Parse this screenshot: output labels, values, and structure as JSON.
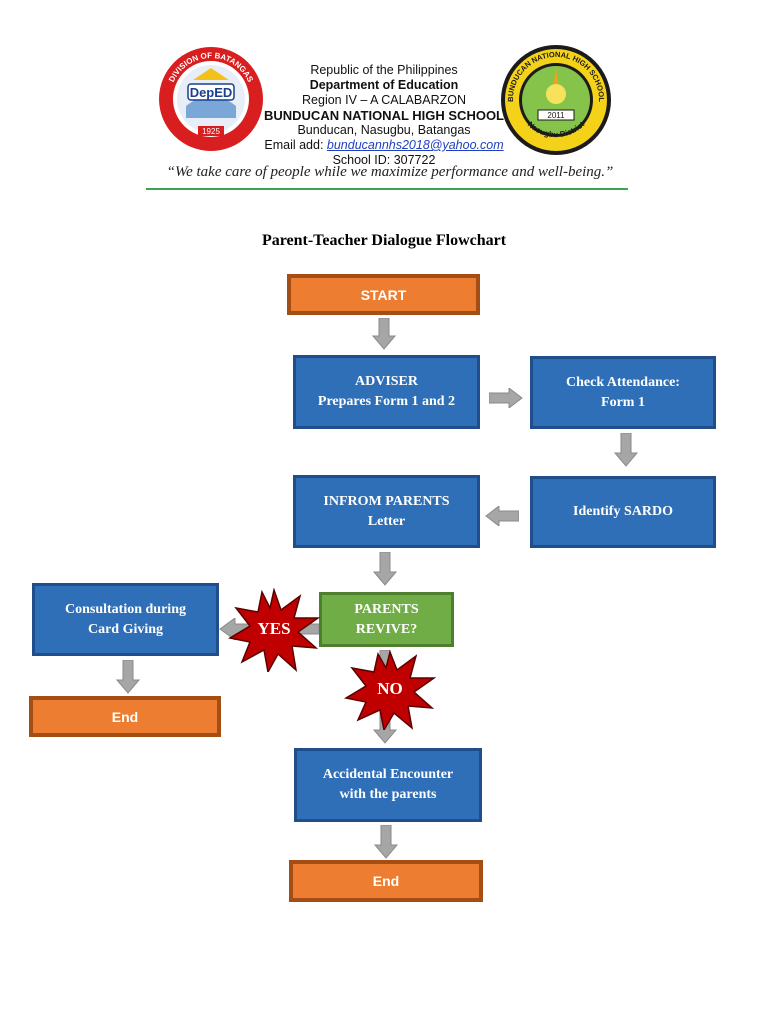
{
  "header": {
    "left_seal_top_text": "DIVISION OF BATANGAS",
    "left_seal_center": "DepED",
    "left_seal_year": "1925",
    "right_seal_text": "BUNDUCAN NATIONAL HIGH SCHOOL",
    "right_seal_bottom": "Nasugbu District",
    "right_seal_year": "2011",
    "line1": "Republic of the Philippines",
    "line2": "Department of Education",
    "line3": "Region IV – A CALABARZON",
    "line4": "BUNDUCAN NATIONAL HIGH SCHOOL",
    "line5": "Bunducan, Nasugbu, Batangas",
    "email_label": "Email add: ",
    "email": "bunducannhs2018@yahoo.com",
    "school_id": "School ID: 307722",
    "motto": "“We take care of people while we maximize performance and well-being.”"
  },
  "title": "Parent-Teacher Dialogue Flowchart",
  "flow": {
    "start": "START",
    "adviser": "ADVISER\nPrepares Form 1 and 2",
    "check_attendance": "Check Attendance:\nForm 1",
    "identify_sardo": "Identify SARDO",
    "inform_parents": "INFROM PARENTS\nLetter",
    "parents_revive": "PARENTS\nREVIVE?",
    "consultation": "Consultation during\nCard Giving",
    "end_left": "End",
    "yes": "YES",
    "no": "NO",
    "accidental": "Accidental Encounter\nwith the parents",
    "end_bottom": "End"
  },
  "colors": {
    "blue_fill": "#2e6fb7",
    "orange_fill": "#ed7d31",
    "green_fill": "#70ad47",
    "star_fill": "#c00000",
    "arrow_fill": "#a6a6a6"
  }
}
